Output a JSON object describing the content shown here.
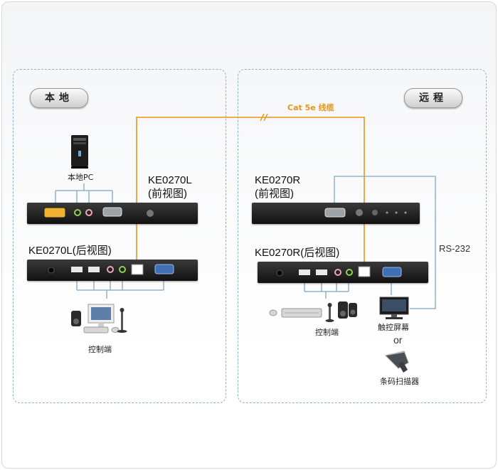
{
  "local": {
    "zone_label": "本地",
    "pc_label": "本地PC",
    "front_model": "KE0270L",
    "front_suffix": "(前视图)",
    "rear_title": "KE0270L(后视图)",
    "console_label": "控制端"
  },
  "remote": {
    "zone_label": "远程",
    "front_model": "KE0270R",
    "front_suffix": "(前视图)",
    "rear_title": "KE0270R(后视图)",
    "console_label": "控制端",
    "touchscreen_label": "触控屏幕",
    "or_label": "or",
    "scanner_label": "条码扫描器",
    "rs232_label": "RS-232"
  },
  "cable": {
    "label": "Cat 5e 线缆",
    "color": "#e8961a"
  },
  "colors": {
    "panel_border": "#8fb3c6",
    "wire": "#8fb3c6",
    "cable": "#e8961a"
  }
}
